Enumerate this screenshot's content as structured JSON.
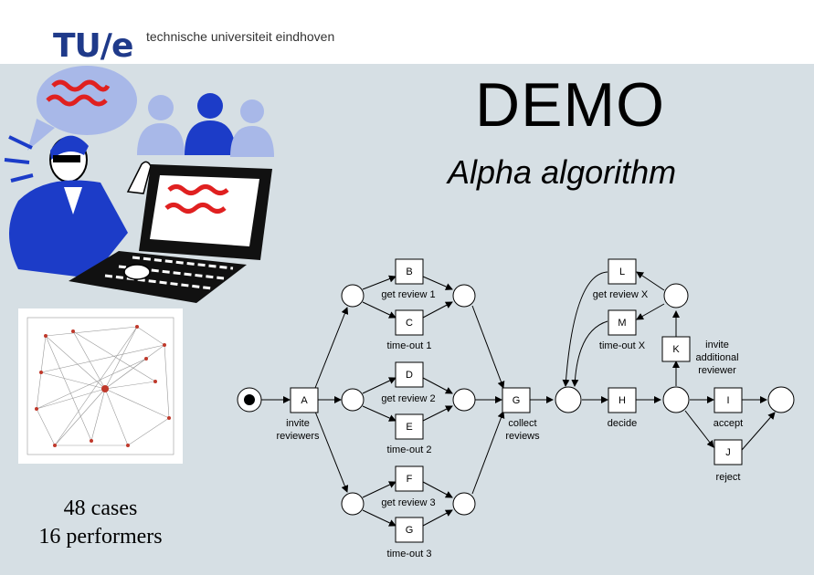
{
  "header": {
    "logo": "TU/e",
    "university": "technische universiteit eindhoven"
  },
  "title": "DEMO",
  "subtitle": "Alpha algorithm",
  "stats": {
    "line1": "48 cases",
    "line2": "16 performers"
  },
  "petri_net": {
    "transitions": [
      {
        "id": "A",
        "label": "A",
        "caption": "invite\nreviewers"
      },
      {
        "id": "B",
        "label": "B",
        "caption": "get review 1"
      },
      {
        "id": "C",
        "label": "C",
        "caption": "time-out 1"
      },
      {
        "id": "D",
        "label": "D",
        "caption": "get review 2"
      },
      {
        "id": "E",
        "label": "E",
        "caption": "time-out 2"
      },
      {
        "id": "F",
        "label": "F",
        "caption": "get review 3"
      },
      {
        "id": "G1",
        "label": "G",
        "caption": "time-out 3"
      },
      {
        "id": "G2",
        "label": "G",
        "caption": "collect\nreviews"
      },
      {
        "id": "H",
        "label": "H",
        "caption": "decide"
      },
      {
        "id": "I",
        "label": "I",
        "caption": "accept"
      },
      {
        "id": "J",
        "label": "J",
        "caption": "reject"
      },
      {
        "id": "K",
        "label": "K",
        "caption": "invite\nadditional\nreviewer"
      },
      {
        "id": "L",
        "label": "L",
        "caption": "get review X"
      },
      {
        "id": "M",
        "label": "M",
        "caption": "time-out X"
      }
    ]
  },
  "colors": {
    "background": "#d6dfe4",
    "logo_blue": "#1f3a8a",
    "logo_red": "#c0392b",
    "clipart_blue": "#1c3cc8",
    "clipart_red": "#e02020"
  }
}
